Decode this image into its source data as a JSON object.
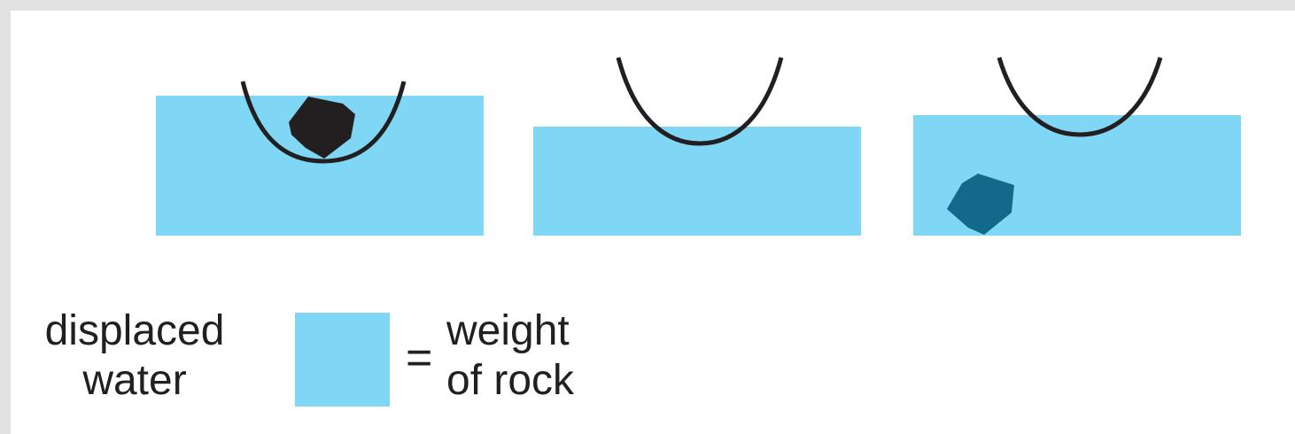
{
  "colors": {
    "water": "#80d7f5",
    "rock_in_bowl": "#231f20",
    "rock_sunk": "#12698a",
    "bowl_stroke": "#231f20",
    "background": "#ffffff",
    "frame": "#e2e2e2"
  },
  "legend": {
    "left_line1": "displaced",
    "left_line2": "water",
    "equals_sign": "=",
    "right_line1": "weight",
    "right_line2": "of rock"
  }
}
